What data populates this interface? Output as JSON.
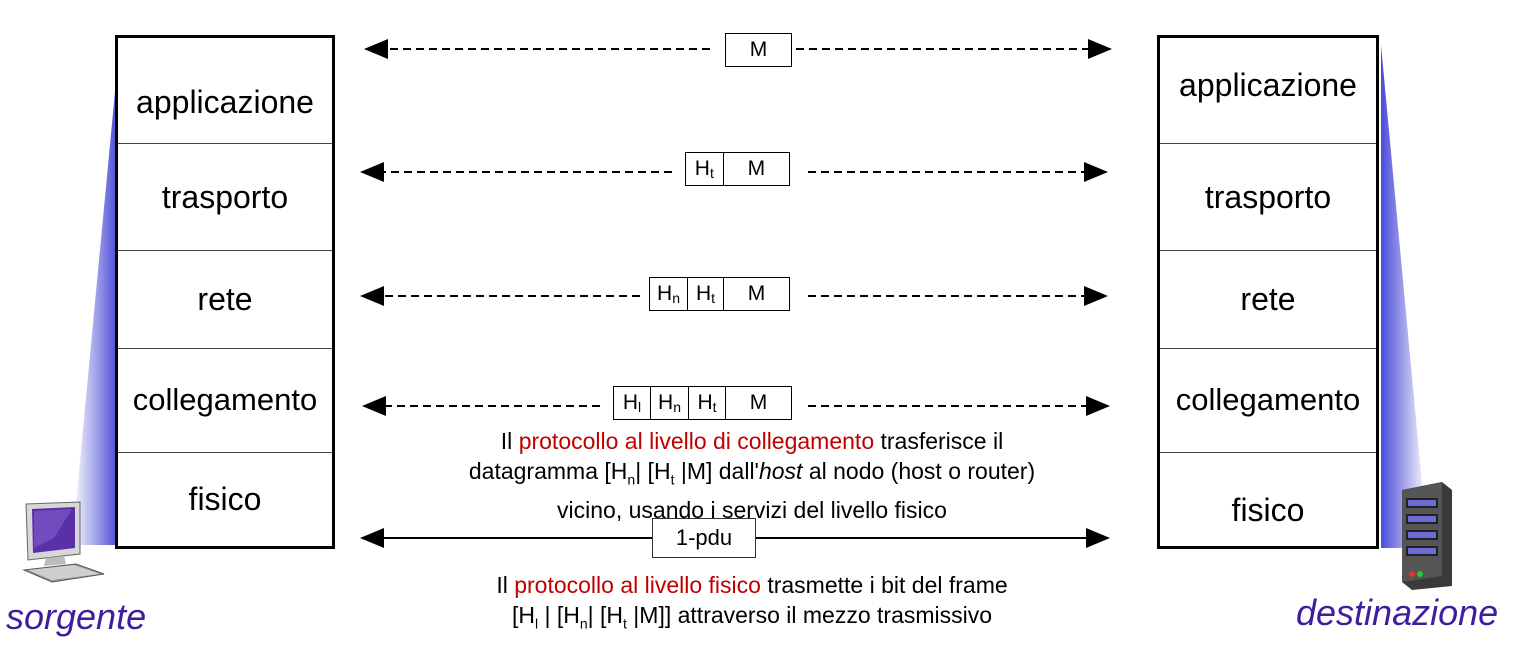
{
  "source": {
    "label": "sorgente",
    "layers": [
      "applicazione",
      "trasporto",
      "rete",
      "collegamento",
      "fisico"
    ]
  },
  "destination": {
    "label": "destinazione",
    "layers": [
      "applicazione",
      "trasporto",
      "rete",
      "collegamento",
      "fisico"
    ]
  },
  "packets": {
    "application": {
      "m": "M"
    },
    "transport": {
      "ht": "H",
      "ht_sub": "t",
      "m": "M"
    },
    "network": {
      "hn": "H",
      "hn_sub": "n",
      "ht": "H",
      "ht_sub": "t",
      "m": "M"
    },
    "link": {
      "hl": "H",
      "hl_sub": "l",
      "hn": "H",
      "hn_sub": "n",
      "ht": "H",
      "ht_sub": "t",
      "m": "M"
    }
  },
  "link_caption": {
    "line1_pre": "Il ",
    "line1_red": "protocollo al livello di collegamento",
    "line1_post": " trasferisce il",
    "line2_a": "datagramma [H",
    "line2_sub_n": "n",
    "line2_b": "| [H",
    "line2_sub_t": "t",
    "line2_c": " |M] dall'",
    "line2_host": "host",
    "line2_d": " al nodo (host o router)",
    "line3": "vicino, usando i servizi del livello fisico"
  },
  "pdu_label": "1-pdu",
  "physical_caption": {
    "line1_pre": "Il ",
    "line1_red": "protocollo al livello fisico",
    "line1_post": " trasmette i bit del frame",
    "line2_a": "[H",
    "line2_sub_l": "l",
    "line2_b": " | [H",
    "line2_sub_n": "n",
    "line2_c": "| [H",
    "line2_sub_t": "t",
    "line2_d": " |M]] attraverso il mezzo trasmissivo"
  },
  "colors": {
    "accent_red": "#c00000",
    "host_label": "#3d1e9e",
    "stack_shadow": "#4b4bd8"
  }
}
